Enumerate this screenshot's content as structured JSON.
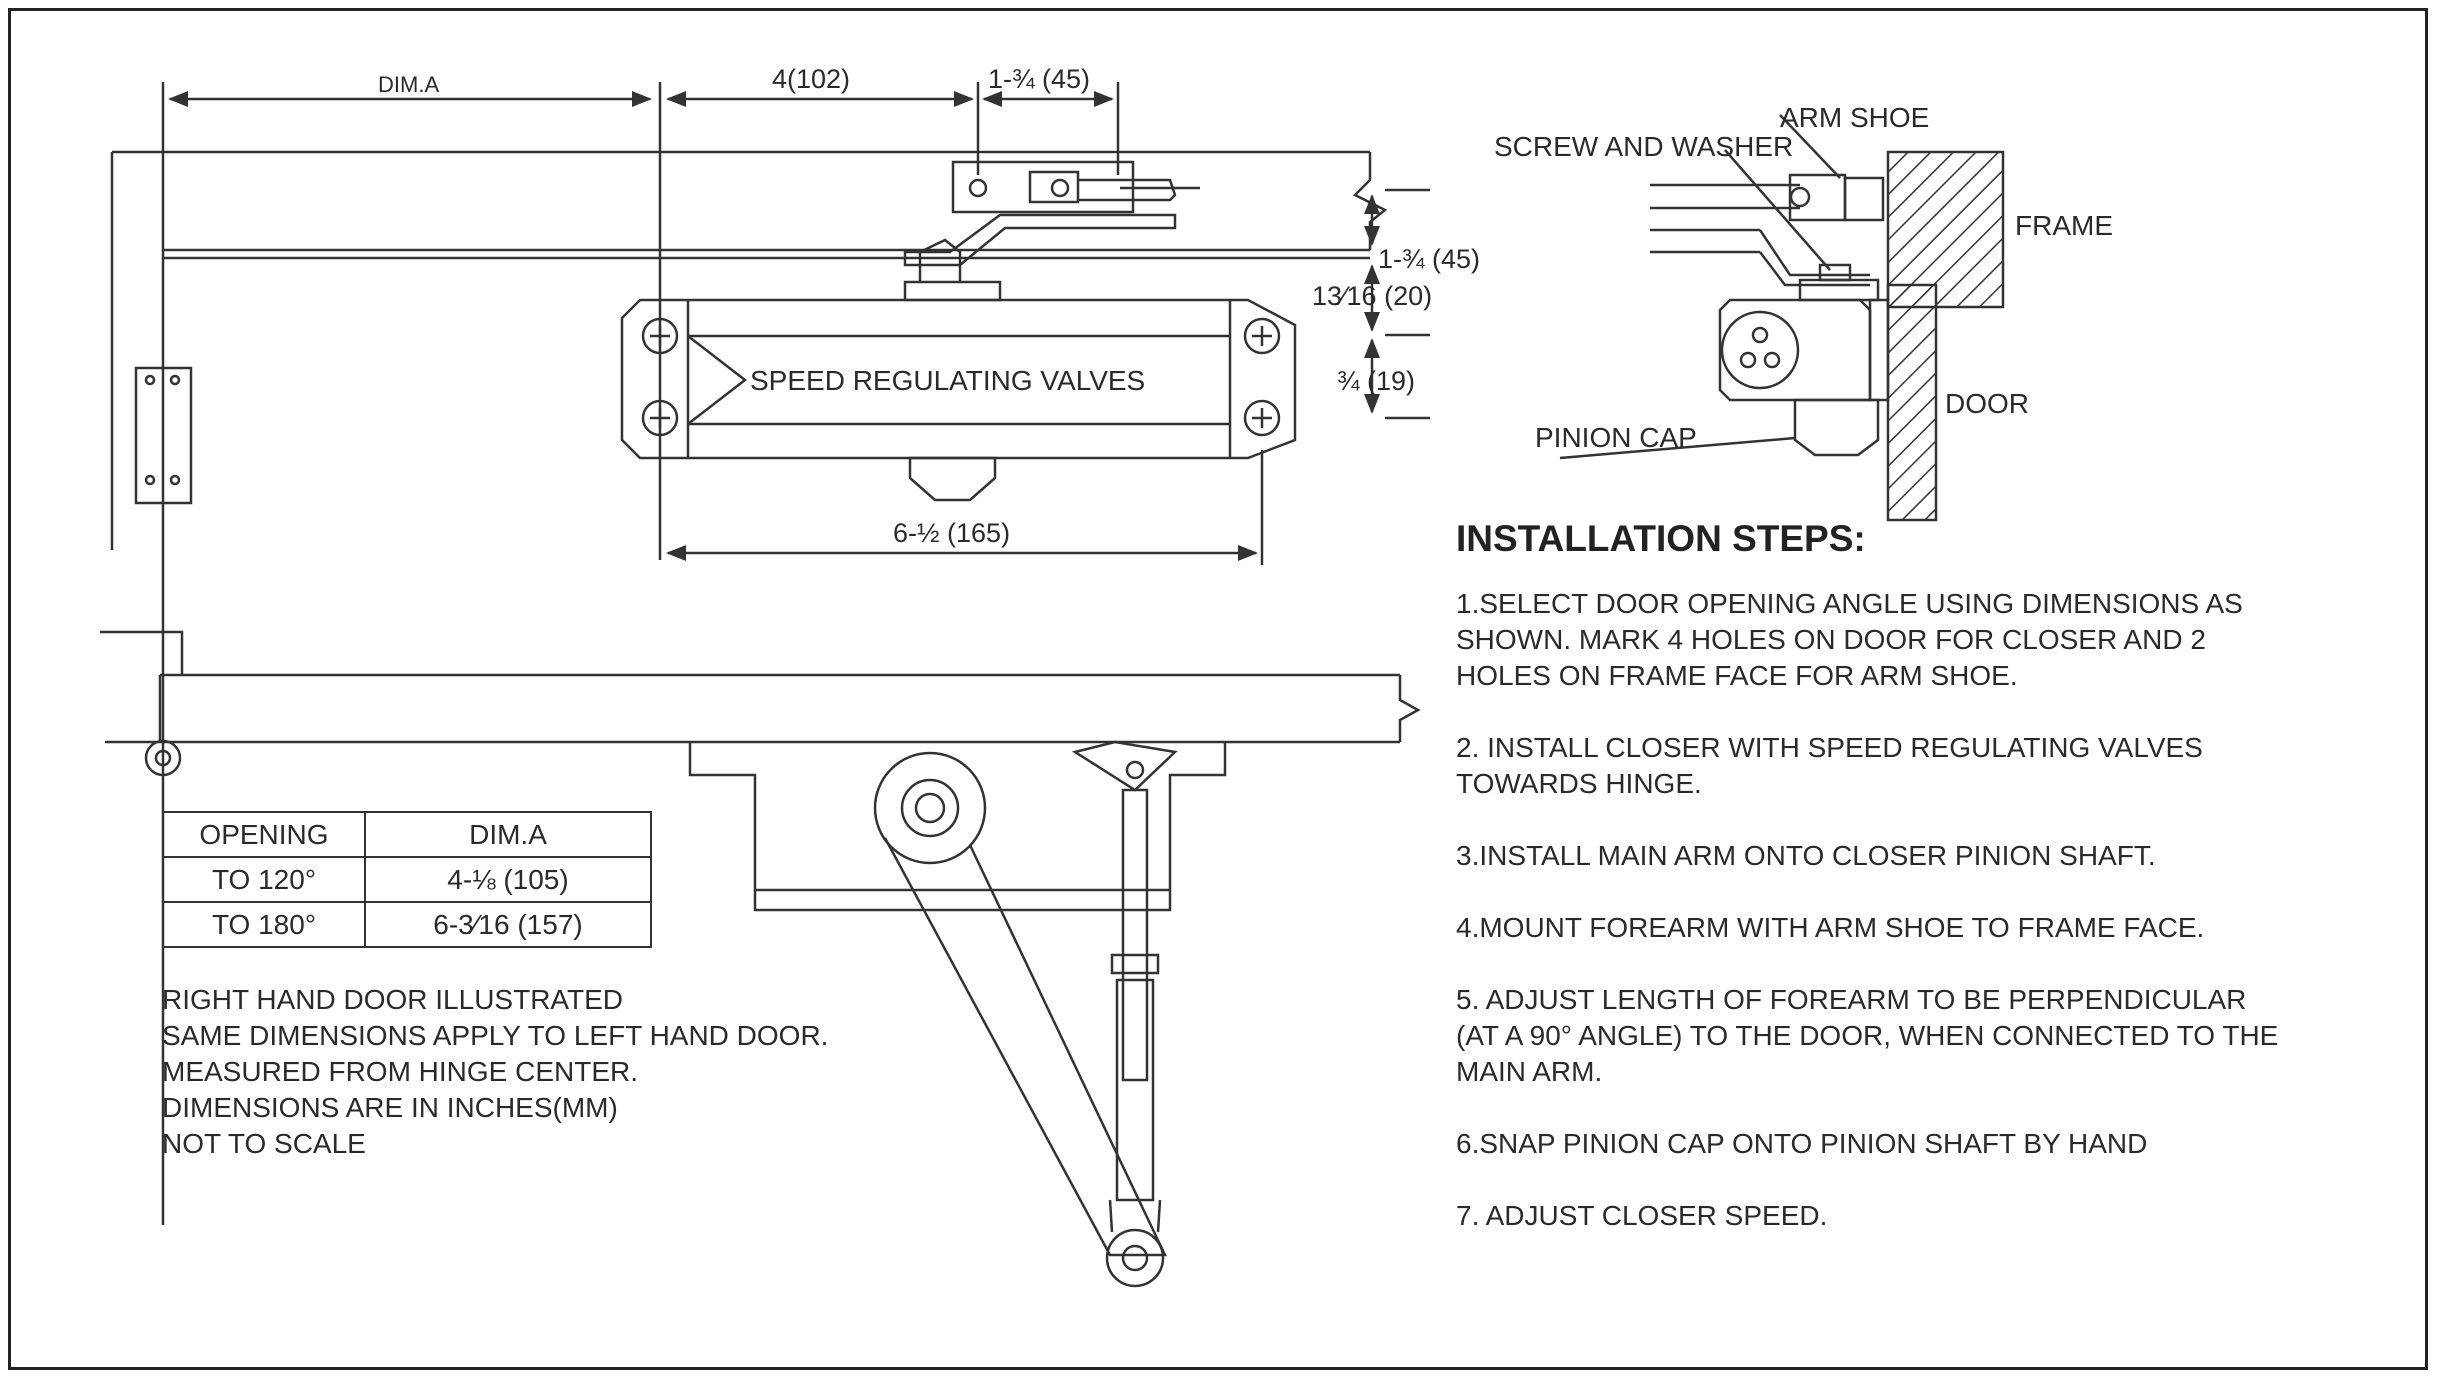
{
  "dimensions": {
    "dim_a": "DIM.A",
    "top_4": "4(102)",
    "top_1_3_4": "1-¾  (45)",
    "right_1_3_4": "1-¾ (45)",
    "right_13_16": "13⁄16 (20)",
    "right_3_4": "¾ (19)",
    "bottom_6_1_2": "6-½  (165)"
  },
  "labels": {
    "speed_valves": "SPEED REGULATING VALVES",
    "arm_shoe": "ARM SHOE",
    "screw_washer": "SCREW AND WASHER",
    "frame": "FRAME",
    "door": "DOOR",
    "pinion_cap": "PINION CAP"
  },
  "table": {
    "headers": [
      "OPENING",
      "DIM.A"
    ],
    "rows": [
      [
        "TO  120°",
        "4-⅛  (105)"
      ],
      [
        "TO  180°",
        "6-3⁄16 (157)"
      ]
    ]
  },
  "notes": [
    "RIGHT HAND DOOR ILLUSTRATED",
    "SAME DIMENSIONS APPLY TO LEFT HAND DOOR.",
    "MEASURED FROM HINGE CENTER.",
    "DIMENSIONS ARE IN INCHES(MM)",
    "NOT TO SCALE"
  ],
  "installation": {
    "title": "INSTALLATION STEPS:",
    "steps": [
      "1.SELECT DOOR OPENING ANGLE USING DIMENSIONS AS SHOWN. MARK 4 HOLES ON DOOR FOR CLOSER AND 2 HOLES ON FRAME FACE FOR ARM SHOE.",
      "2. INSTALL CLOSER WITH SPEED REGULATING VALVES TOWARDS HINGE.",
      "3.INSTALL MAIN ARM ONTO CLOSER PINION SHAFT.",
      "4.MOUNT FOREARM WITH ARM SHOE TO FRAME FACE.",
      "5. ADJUST LENGTH OF FOREARM TO BE PERPENDICULAR (AT A  90° ANGLE) TO THE DOOR, WHEN CONNECTED TO THE MAIN ARM.",
      "6.SNAP PINION CAP ONTO PINION SHAFT BY HAND",
      "7. ADJUST CLOSER SPEED."
    ]
  }
}
